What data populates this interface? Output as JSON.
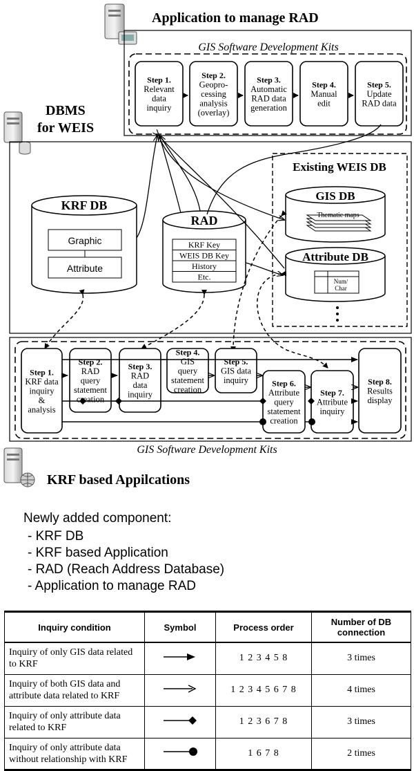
{
  "top_app": {
    "title": "Application to manage RAD",
    "sdk_label": "GIS Software Development Kits"
  },
  "dbms": {
    "title_line1": "DBMS",
    "title_line2": "for WEIS"
  },
  "top_steps": [
    {
      "num": "Step 1.",
      "lines": [
        "Relevant",
        "data",
        "inquiry"
      ]
    },
    {
      "num": "Step 2.",
      "lines": [
        "Geopro-",
        "cessing",
        "analysis",
        "(overlay)"
      ]
    },
    {
      "num": "Step 3.",
      "lines": [
        "Automatic",
        "RAD data",
        "generation"
      ]
    },
    {
      "num": "Step 4.",
      "lines": [
        "Manual",
        "edit"
      ]
    },
    {
      "num": "Step 5.",
      "lines": [
        "Update",
        "RAD data"
      ]
    }
  ],
  "krf_db": {
    "title": "KRF DB",
    "graphic": "Graphic",
    "attribute": "Attribute"
  },
  "rad": {
    "title": "RAD",
    "rows": [
      "KRF Key",
      "WEIS DB Key",
      "History",
      "Etc."
    ]
  },
  "existing": {
    "title": "Existing WEIS DB",
    "gis_db": "GIS DB",
    "thematic": "Thematic maps",
    "attr_db": "Attribute DB",
    "numchar_line1": "Num/",
    "numchar_line2": "Char"
  },
  "bottom_steps": [
    {
      "num": "Step 1.",
      "lines": [
        "KRF data",
        "inquiry",
        "&",
        "analysis"
      ]
    },
    {
      "num": "Step 2.",
      "lines": [
        "RAD",
        "query",
        "statement",
        "creation"
      ]
    },
    {
      "num": "Step 3.",
      "lines": [
        "RAD",
        "data",
        "inquiry"
      ]
    },
    {
      "num": "Step 4.",
      "lines": [
        "GIS",
        "query",
        "statement",
        "creation"
      ]
    },
    {
      "num": "Step 5.",
      "lines": [
        "GIS data",
        "inquiry"
      ]
    },
    {
      "num": "Step 6.",
      "lines": [
        "Attribute",
        "query",
        "statement",
        "creation"
      ]
    },
    {
      "num": "Step 7.",
      "lines": [
        "Attribute",
        "inquiry"
      ]
    },
    {
      "num": "Step 8.",
      "lines": [
        "Results",
        "display"
      ]
    }
  ],
  "bottom_app": {
    "sdk_label": "GIS Software Development Kits",
    "title": "KRF based Appilcations"
  },
  "legend": {
    "title": "Newly added component:",
    "items": [
      "- KRF DB",
      "- KRF based Application",
      "- RAD (Reach Address Database)",
      "- Application to manage RAD"
    ]
  },
  "table": {
    "headers": [
      "Inquiry condition",
      "Symbol",
      "Process order",
      "Number of DB connection"
    ],
    "rows": [
      {
        "condition": "Inquiry of only GIS data related to KRF",
        "symbol": "filled-arrow",
        "order": "1 2 3 4 5 8",
        "count": "3 times"
      },
      {
        "condition": "Inquiry of both GIS data  and attribute data related to KRF",
        "symbol": "open-arrow",
        "order": "1 2 3 4 5 6 7 8",
        "count": "4 times"
      },
      {
        "condition": "Inquiry of only attribute data related to KRF",
        "symbol": "diamond",
        "order": "1 2 3 6 7 8",
        "count": "3 times"
      },
      {
        "condition": "Inquiry of only attribute data without relationship with KRF",
        "symbol": "dot",
        "order": "1 6 7 8",
        "count": "2 times"
      }
    ]
  }
}
